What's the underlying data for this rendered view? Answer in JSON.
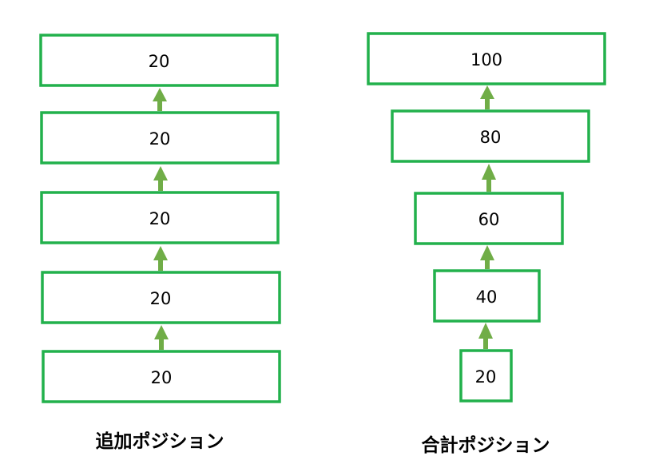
{
  "colors": {
    "box_border": "#22b14c",
    "arrow": "#70ad47",
    "text": "#000000"
  },
  "left_column": {
    "title": "追加ポジション",
    "boxes": [
      "20",
      "20",
      "20",
      "20",
      "20"
    ]
  },
  "right_column": {
    "title": "合計ポジション",
    "boxes": [
      "100",
      "80",
      "60",
      "40",
      "20"
    ]
  }
}
